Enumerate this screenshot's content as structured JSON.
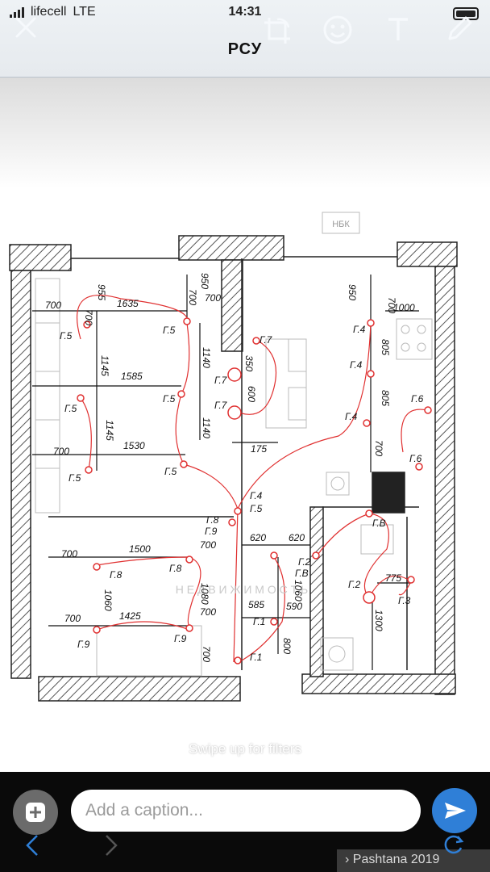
{
  "status_bar": {
    "carrier": "lifecell",
    "network": "LTE",
    "time": "14:31"
  },
  "toolbar": {
    "title": "РСУ",
    "icons": [
      "close-icon",
      "crop-rotate-icon",
      "emoji-icon",
      "text-icon",
      "pencil-icon"
    ]
  },
  "plan": {
    "stamp": "НБК",
    "watermark": "Н Е Д В И Ж И М О С Т Ь",
    "dimensions": [
      "700",
      "700",
      "1635",
      "955",
      "950",
      "700",
      "700",
      "950",
      "700",
      "1000",
      "1145",
      "1585",
      "1140",
      "350",
      "600",
      "805",
      "805",
      "1145",
      "1530",
      "1140",
      "175",
      "700",
      "700",
      "620",
      "620",
      "1500",
      "700",
      "1060",
      "1080",
      "700",
      "775",
      "1425",
      "585",
      "590",
      "800",
      "1060",
      "700",
      "1300",
      "700",
      "700"
    ],
    "labels": [
      "Г.5",
      "Г.5",
      "Г.5",
      "Г.5",
      "Г.5",
      "Г.5",
      "Г.7",
      "Г.7",
      "Г.7",
      "Г.4",
      "Г.4",
      "Г.4",
      "Г.6",
      "Г.6",
      "Г.4",
      "Г.5",
      "Г.8",
      "Г.9",
      "Г.8",
      "Г.8",
      "Г.В",
      "Г.2",
      "Г.В",
      "Г.2",
      "Г.3",
      "Г.1",
      "Г.1",
      "Г.9",
      "Г.9"
    ]
  },
  "swipe_hint": "Swipe up for filters",
  "caption": {
    "placeholder": "Add a caption..."
  },
  "footer": {
    "album": "Pashtana 2019"
  },
  "colors": {
    "accent": "#2f7fd7",
    "wire": "#e03030",
    "wall_hatch": "#555555",
    "dimension": "#111111"
  }
}
